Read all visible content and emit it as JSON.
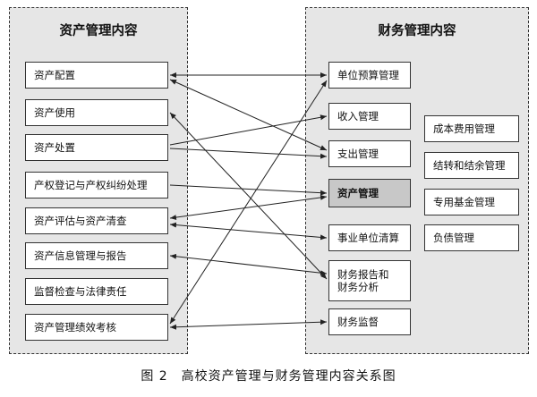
{
  "left_panel": {
    "title": "资产管理内容",
    "items": [
      "资产配置",
      "资产使用",
      "资产处置",
      "产权登记与产权纠纷处理",
      "资产评估与资产清查",
      "资产信息管理与报告",
      "监督检查与法律责任",
      "资产管理绩效考核"
    ]
  },
  "right_panel": {
    "title": "财务管理内容",
    "items": [
      "单位预算管理",
      "收入管理",
      "支出管理",
      "资产管理",
      "事业单位清算",
      "财务报告和\n财务分析",
      "财务监督"
    ],
    "side_items": [
      "成本费用管理",
      "结转和结余管理",
      "专用基金管理",
      "负债管理"
    ]
  },
  "caption": "图 2　高校资产管理与财务管理内容关系图",
  "colors": {
    "panel_bg": "#e6e6e6",
    "highlight_bg": "#c8c8c8",
    "line": "#222222"
  }
}
